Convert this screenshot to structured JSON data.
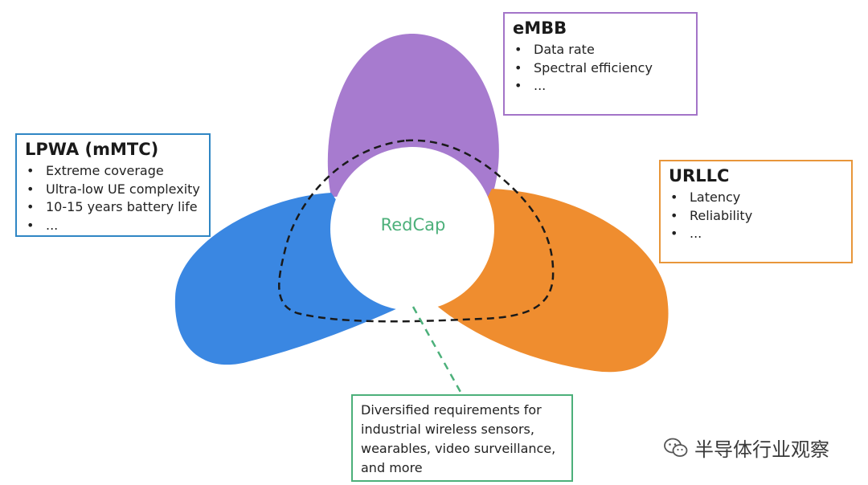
{
  "center": {
    "label": "RedCap"
  },
  "boxes": {
    "mmtc": {
      "title": "LPWA (mMTC)",
      "items": [
        "Extreme coverage",
        "Ultra-low UE complexity",
        "10-15 years battery life",
        "..."
      ]
    },
    "embb": {
      "title": "eMBB",
      "items": [
        "Data rate",
        "Spectral efficiency",
        "..."
      ]
    },
    "urllc": {
      "title": "URLLC",
      "items": [
        "Latency",
        "Reliability",
        "..."
      ]
    },
    "redcap": {
      "text": "Diversified requirements for industrial wireless sensors, wearables, video surveillance, and more"
    }
  },
  "watermark": {
    "text": "半导体行业观察",
    "icon": "wechat-icon"
  },
  "colors": {
    "purple": "#a77bcf",
    "blue": "#3a87e2",
    "orange": "#ef8d2f",
    "green": "#4cb07a",
    "mmtc_border": "#2f86c4",
    "embb_border": "#a374c8",
    "urllc_border": "#e8963a"
  }
}
